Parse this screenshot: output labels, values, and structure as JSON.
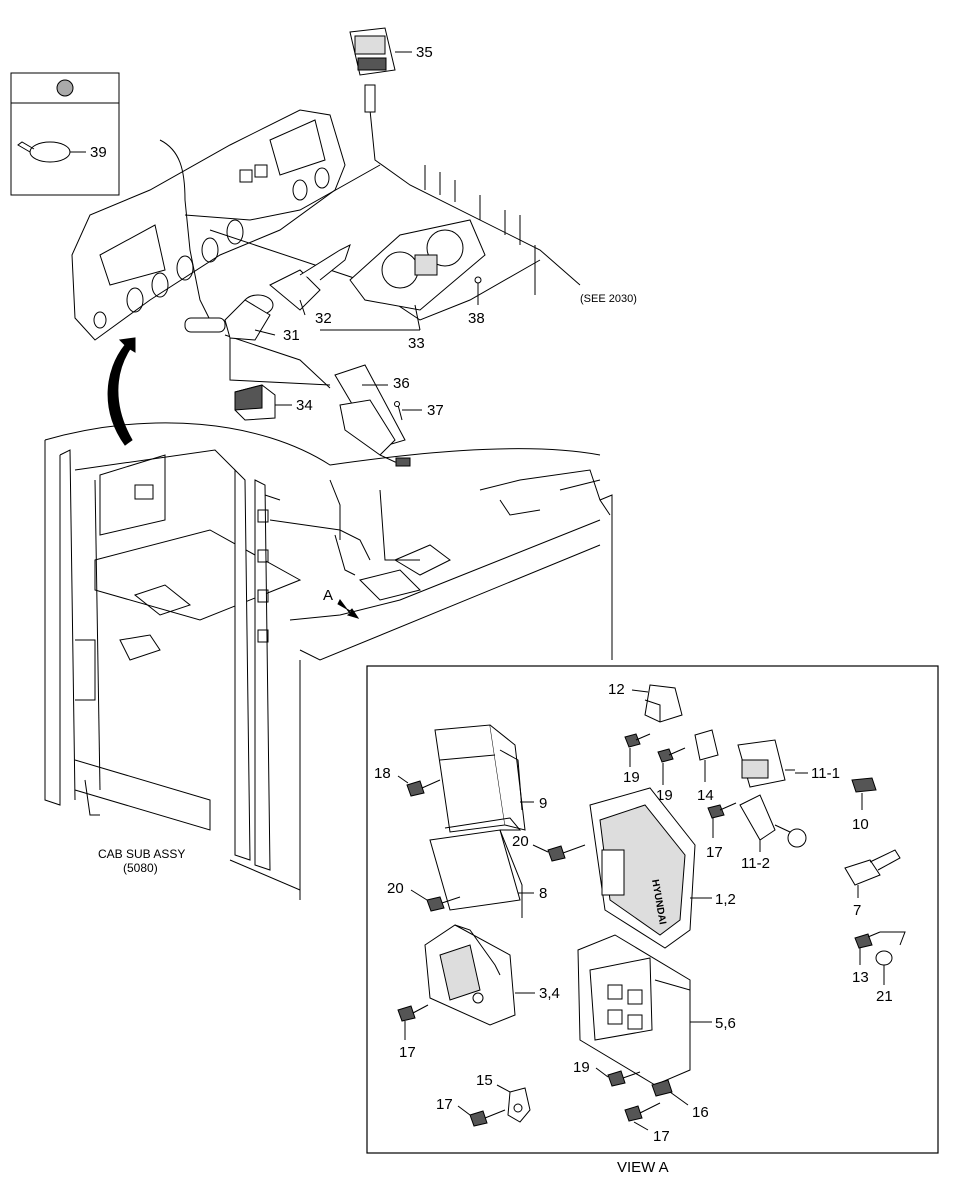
{
  "detail_box": {
    "label": "39"
  },
  "callouts": {
    "c35": "35",
    "c31": "31",
    "c32": "32",
    "c33": "33",
    "c38": "38",
    "c34": "34",
    "c36": "36",
    "c37": "37",
    "see_ref": "(SEE 2030)",
    "arrow_a": "A",
    "cab_title": "CAB SUB ASSY",
    "cab_ref": "(5080)"
  },
  "view_a": {
    "caption": "VIEW A",
    "c12": "12",
    "c18": "18",
    "c19a": "19",
    "c19b": "19",
    "c14": "14",
    "c11_1": "11-1",
    "c9": "9",
    "c20a": "20",
    "c17a": "17",
    "c11_2": "11-2",
    "c10": "10",
    "c20b": "20",
    "c8": "8",
    "c1_2": "1,2",
    "c7": "7",
    "c13": "13",
    "c21": "21",
    "c3_4": "3,4",
    "c5_6": "5,6",
    "c17b": "17",
    "c19c": "19",
    "c15": "15",
    "c16": "16",
    "c17c": "17",
    "c17d": "17",
    "brand": "HYUNDAI"
  }
}
